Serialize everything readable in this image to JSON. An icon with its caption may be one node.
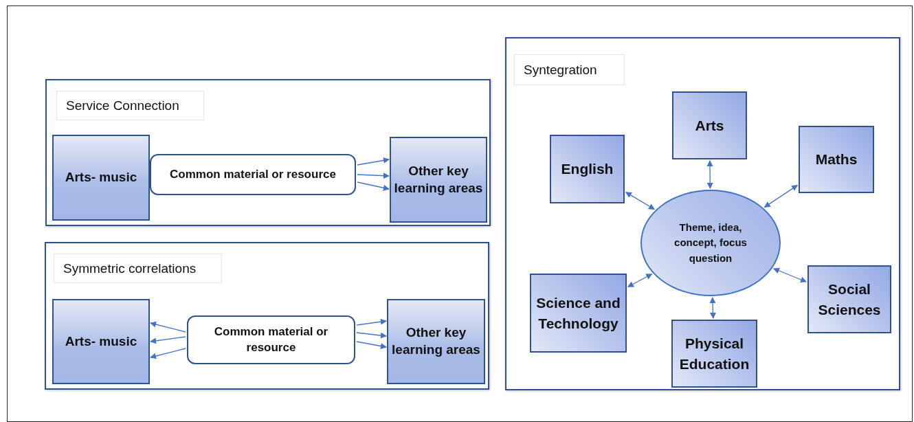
{
  "diagram": {
    "nodes": [
      {
        "text": [
          "Service Connection"
        ]
      },
      {
        "text": [
          "Arts- music"
        ],
        "in": 0
      },
      {
        "text": [
          "Common material or resource"
        ],
        "in": 0
      },
      {
        "text": [
          "Other key learning areas"
        ],
        "in": 0
      },
      {
        "text": [
          "Symmetric correlations"
        ]
      },
      {
        "text": [
          "Arts- music"
        ],
        "in": 4
      },
      {
        "text": [
          "Common material or resource"
        ],
        "in": 4
      },
      {
        "text": [
          "Other key learning areas"
        ],
        "in": 4
      },
      {
        "text": [
          "Syntegration"
        ]
      },
      {
        "text": [
          "Arts"
        ],
        "in": 8
      },
      {
        "text": [
          "English"
        ],
        "in": 8
      },
      {
        "text": [
          "Maths"
        ],
        "in": 8
      },
      {
        "text": [
          "Theme, idea, concept, focus question"
        ],
        "in": 8
      },
      {
        "text": [
          "Science and Technology"
        ],
        "in": 8
      },
      {
        "text": [
          "Social Sciences"
        ],
        "in": 8
      },
      {
        "text": [
          "Physical Education"
        ],
        "in": 8
      }
    ],
    "edges": [
      {
        "from": 2,
        "to": 3,
        "arrow": "to"
      },
      {
        "from": 2,
        "to": 3,
        "arrow": "to"
      },
      {
        "from": 2,
        "to": 3,
        "arrow": "to"
      },
      {
        "from": 6,
        "to": 5,
        "arrow": "to"
      },
      {
        "from": 6,
        "to": 5,
        "arrow": "to"
      },
      {
        "from": 6,
        "to": 5,
        "arrow": "to"
      },
      {
        "from": 6,
        "to": 7,
        "arrow": "to"
      },
      {
        "from": 6,
        "to": 7,
        "arrow": "to"
      },
      {
        "from": 6,
        "to": 7,
        "arrow": "to"
      },
      {
        "from": 12,
        "to": 9,
        "arrow": "both"
      },
      {
        "from": 12,
        "to": 10,
        "arrow": "both"
      },
      {
        "from": 12,
        "to": 11,
        "arrow": "both"
      },
      {
        "from": 12,
        "to": 13,
        "arrow": "both"
      },
      {
        "from": 12,
        "to": 14,
        "arrow": "both"
      },
      {
        "from": 12,
        "to": 15,
        "arrow": "both"
      }
    ]
  }
}
